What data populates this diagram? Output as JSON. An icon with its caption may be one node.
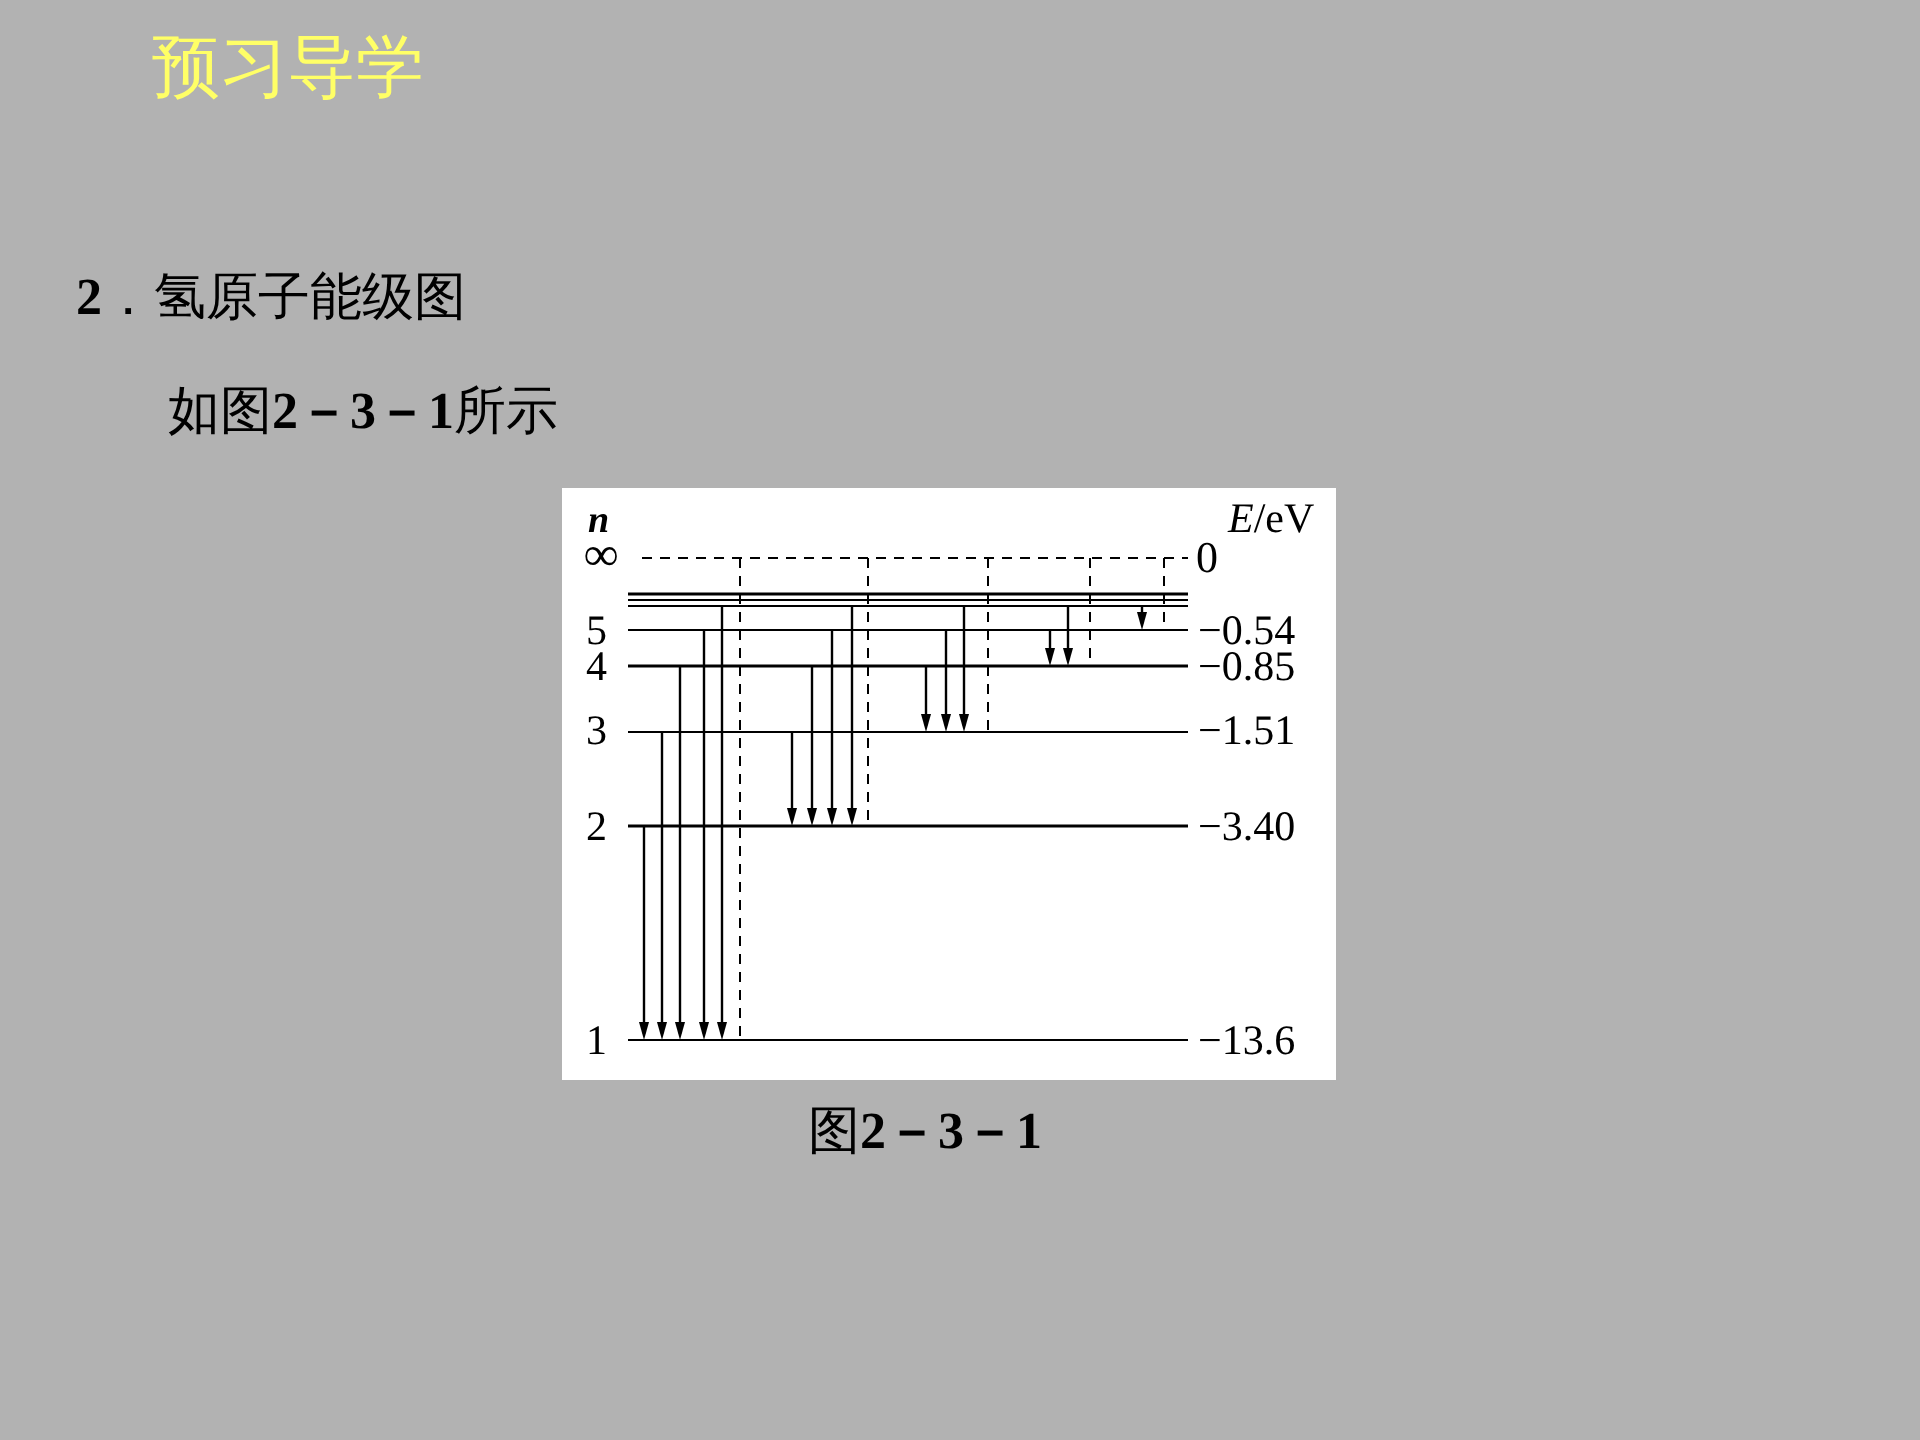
{
  "diagram": {
    "title": "预习导学",
    "caption": "图**2－3－1**",
    "labels": [
      "**2**．氢原子能级图",
      "如图**2－3－1**所示",
      "n",
      "*E*/eV",
      "∞",
      "0",
      "5",
      "−0.54",
      "4",
      "−0.85",
      "3",
      "−1.51",
      "2",
      "−3.40",
      "1",
      "−13.6"
    ]
  }
}
